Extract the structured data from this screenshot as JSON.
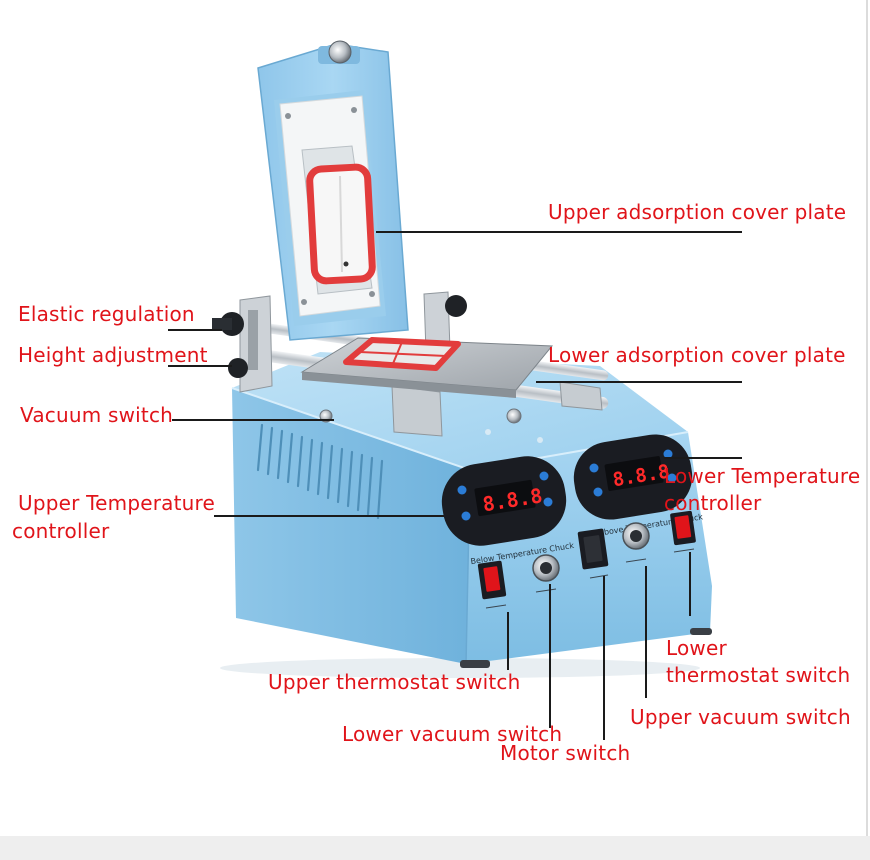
{
  "labels": {
    "upper_adsorption_cover_plate": "Upper adsorption cover plate",
    "elastic_regulation": "Elastic regulation",
    "height_adjustment": "Height adjustment",
    "lower_adsorption_cover_plate": "Lower adsorption cover plate",
    "vacuum_switch": "Vacuum switch",
    "lower_temperature_controller_line1": "Lower Temperature",
    "lower_temperature_controller_line2": "controller",
    "upper_temperature_controller_line1": "Upper Temperature",
    "upper_temperature_controller_line2": "controller",
    "lower_thermostat_switch_line1": "Lower",
    "lower_thermostat_switch_line2": "thermostat switch",
    "upper_thermostat_switch": "Upper thermostat switch",
    "upper_vacuum_switch": "Upper vacuum switch",
    "lower_vacuum_switch": "Lower vacuum switch",
    "motor_switch": "Motor switch"
  },
  "device": {
    "left_panel_text": "Below Temperature Chuck",
    "right_panel_text": "Above Temperature Chuck",
    "left_display": "8.8.8",
    "right_display": "8.8.8"
  },
  "colors": {
    "label": "#e0141a",
    "body_blue": "#8cc8ea",
    "frame_blue": "#9fd0ee",
    "gasket_red": "#e23c3c",
    "display_red": "#ff2a2a",
    "panel_dark": "#1a1c22"
  }
}
